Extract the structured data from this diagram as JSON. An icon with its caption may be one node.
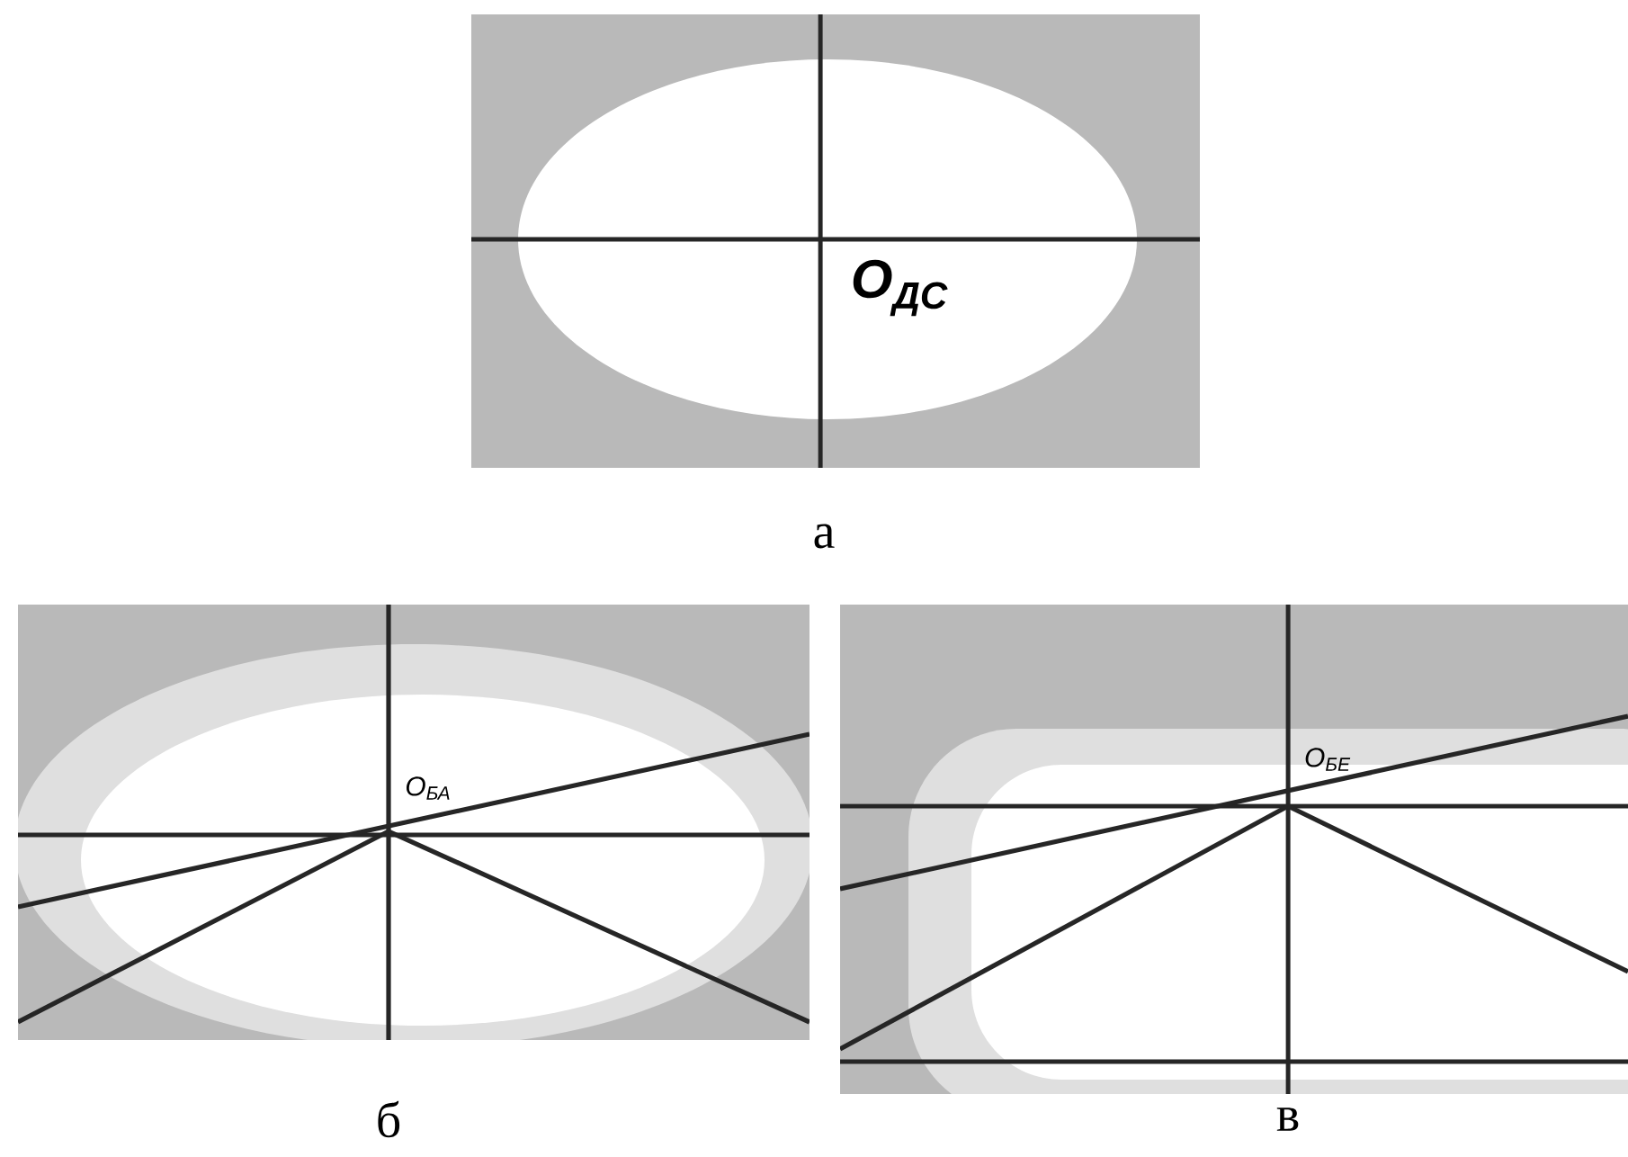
{
  "diagram": {
    "labels": [
      "O$_{ДС}$",
      "а",
      "O$_{БА}$",
      "O$_{БЕ}$",
      "б",
      "в"
    ]
  }
}
